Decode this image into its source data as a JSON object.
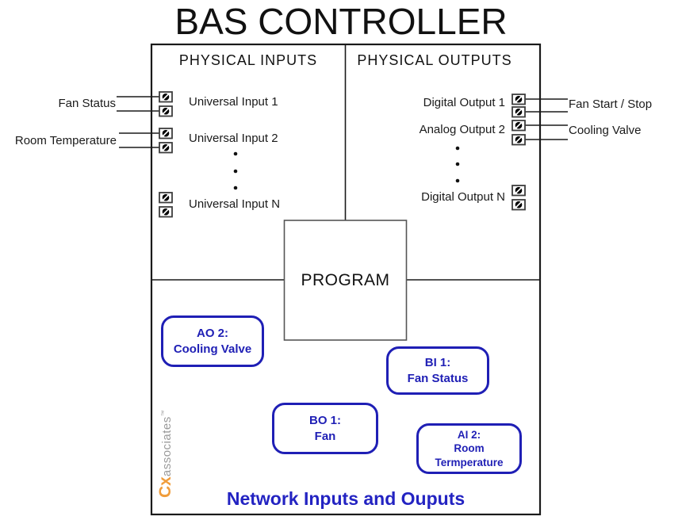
{
  "title": "BAS CONTROLLER",
  "colors": {
    "line_black": "#1a1a1a",
    "accent_blue": "#1f1fb5",
    "caption_blue": "#2323c2",
    "logo_orange": "#f09d3c",
    "logo_gray": "#9a9a9a"
  },
  "controller": {
    "physical_inputs": {
      "header": "PHYSICAL INPUTS",
      "channels": [
        "Universal Input 1",
        "Universal Input 2",
        "Universal Input N"
      ]
    },
    "physical_outputs": {
      "header": "PHYSICAL OUTPUTS",
      "channels": [
        "Digital Output 1",
        "Analog Output 2",
        "Digital Output N"
      ]
    },
    "program_label": "PROGRAM"
  },
  "field_labels": {
    "left": [
      "Fan Status",
      "Room Temperature"
    ],
    "right": [
      "Fan Start / Stop",
      "Cooling Valve"
    ]
  },
  "network": {
    "caption": "Network Inputs and Ouputs",
    "points": [
      {
        "lines": [
          "AO 2:",
          "Cooling Valve"
        ]
      },
      {
        "lines": [
          "BI 1:",
          "Fan Status"
        ]
      },
      {
        "lines": [
          "BO 1:",
          "Fan"
        ]
      },
      {
        "lines": [
          "AI 2:",
          "Room",
          "Termperature"
        ]
      }
    ]
  },
  "logo": {
    "brand": "Cx",
    "suffix": "associates",
    "mark": "™"
  }
}
